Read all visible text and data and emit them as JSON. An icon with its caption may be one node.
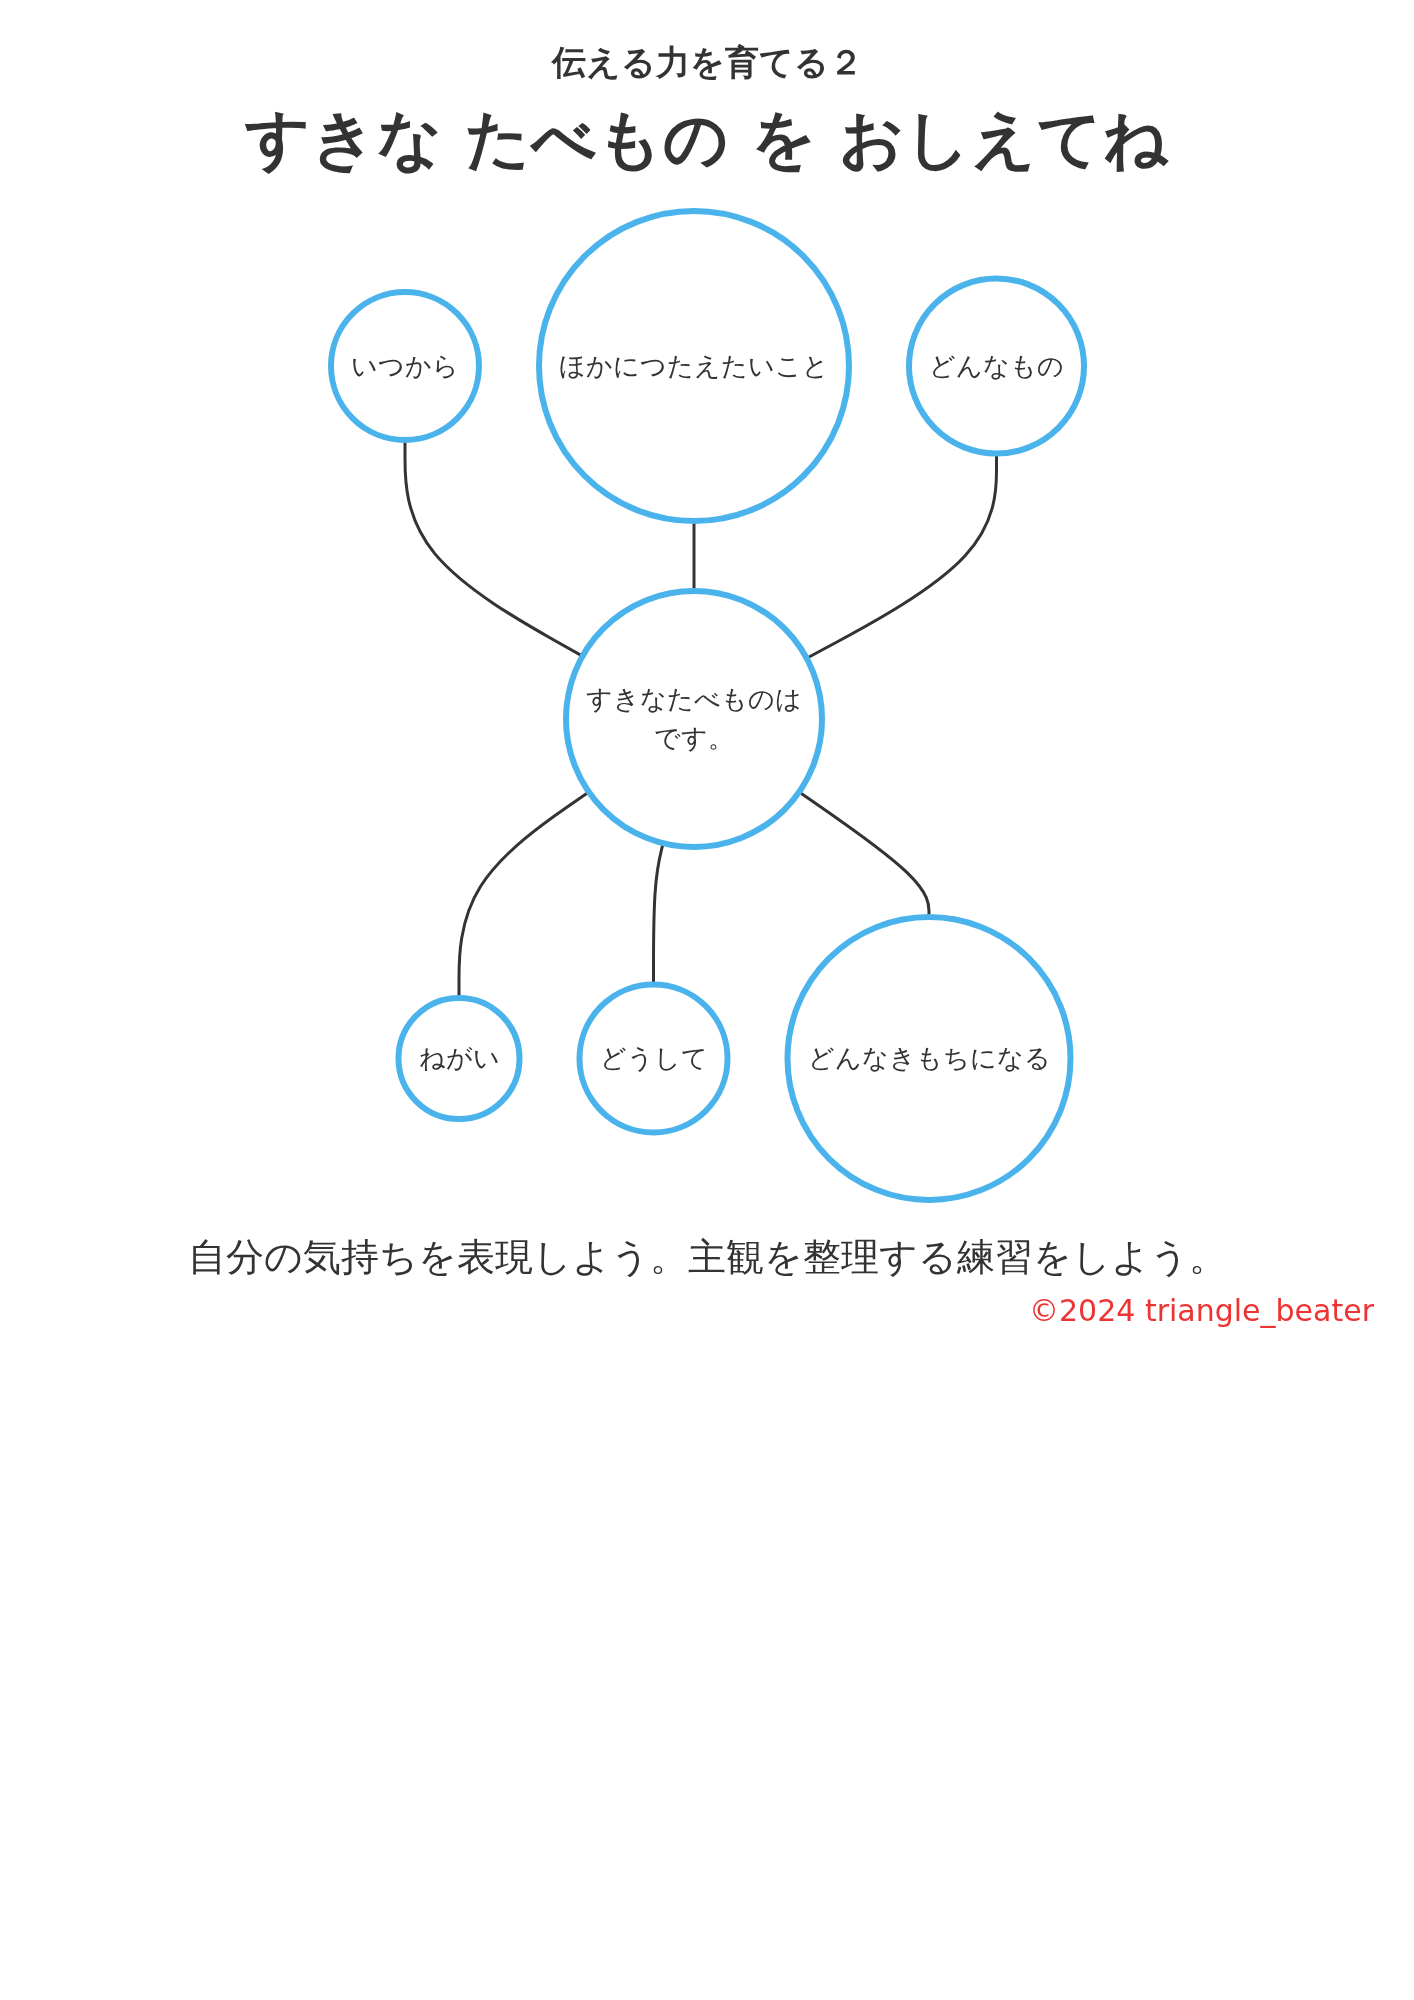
{
  "diagram": {
    "title": "すきな たべもの を おしえてね",
    "caption": "自分の気持ちを表現しよう。主観を整理する練習をしよう。",
    "nodes": [
      {
        "text": [
          "いつから"
        ]
      },
      {
        "text": [
          "ほかにつたえたいこと"
        ]
      },
      {
        "text": [
          "どんなもの"
        ]
      },
      {
        "text": [
          "すきなたべものは",
          "です。"
        ]
      },
      {
        "text": [
          "ねがい"
        ]
      },
      {
        "text": [
          "どうして"
        ]
      },
      {
        "text": [
          "どんなきもちになる"
        ]
      }
    ],
    "edges": [
      {
        "from": 0,
        "to": 3,
        "arrow": "none"
      },
      {
        "from": 1,
        "to": 3,
        "arrow": "none"
      },
      {
        "from": 2,
        "to": 3,
        "arrow": "none"
      },
      {
        "from": 3,
        "to": 4,
        "arrow": "none"
      },
      {
        "from": 3,
        "to": 5,
        "arrow": "none"
      },
      {
        "from": 3,
        "to": 6,
        "arrow": "none"
      }
    ],
    "labels": [
      "伝える力を育てる２",
      "©2024 triangle_beater"
    ]
  }
}
